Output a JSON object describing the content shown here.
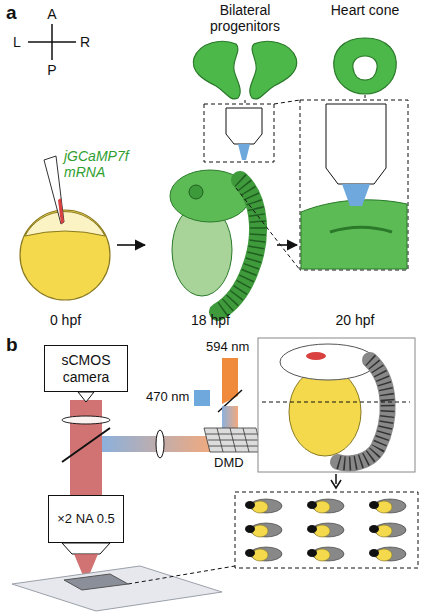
{
  "diagram": {
    "nodes": [
      {
        "text": [
          "0 hpf"
        ]
      },
      {
        "text": [
          "18 hpf"
        ]
      },
      {
        "text": [
          "20 hpf"
        ]
      },
      {
        "text": [
          "sCMOS camera"
        ]
      },
      {
        "text": [
          "×2 NA 0.5"
        ]
      }
    ],
    "edges": [
      {
        "from": 0,
        "to": 1,
        "arrow": "to"
      },
      {
        "from": 1,
        "to": 2,
        "arrow": "to"
      }
    ],
    "labels": [
      "a",
      "A",
      "L",
      "R",
      "P",
      "Bilateral progenitors",
      "Heart cone",
      "jGCaMP7f mRNA",
      "b",
      "594 nm",
      "470 nm",
      "DMD"
    ]
  }
}
